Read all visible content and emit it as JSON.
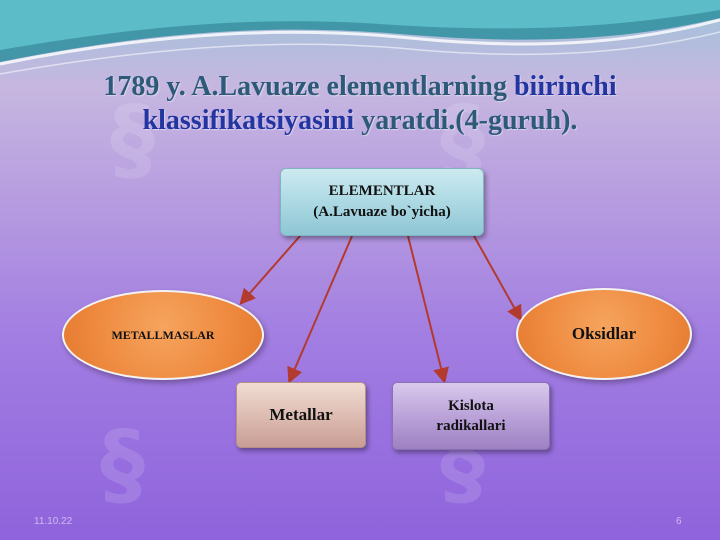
{
  "title": {
    "part1": "1789 y. A.Lavuaze elementlarning ",
    "part2": "biirinchi",
    "part3": "klassifikatsiyasini",
    "part4": " yaratdi.(4-guruh)."
  },
  "diagram": {
    "root": {
      "line1": "ELEMENTLAR",
      "line2": "(A.Lavuaze bo`yicha)"
    },
    "children": {
      "metallmaslar": "METALLMASLAR",
      "metallar": "Metallar",
      "kislota_line1": "Kislota",
      "kislota_line2": "radikallari",
      "oksidlar": "Oksidlar"
    },
    "edges": [
      [
        "ELEMENTLAR (A.Lavuaze bo`yicha)",
        "METALLMASLAR"
      ],
      [
        "ELEMENTLAR (A.Lavuaze bo`yicha)",
        "Metallar"
      ],
      [
        "ELEMENTLAR (A.Lavuaze bo`yicha)",
        "Kislota radikallari"
      ],
      [
        "ELEMENTLAR (A.Lavuaze bo`yicha)",
        "Oksidlar"
      ]
    ]
  },
  "footer": {
    "date": "11.10.22",
    "page": "6"
  },
  "colors": {
    "title_main": "#2c5a78",
    "title_accent": "#2235a0",
    "ellipse_fill": "#ee8a3f",
    "connector": "#b23a2e"
  }
}
